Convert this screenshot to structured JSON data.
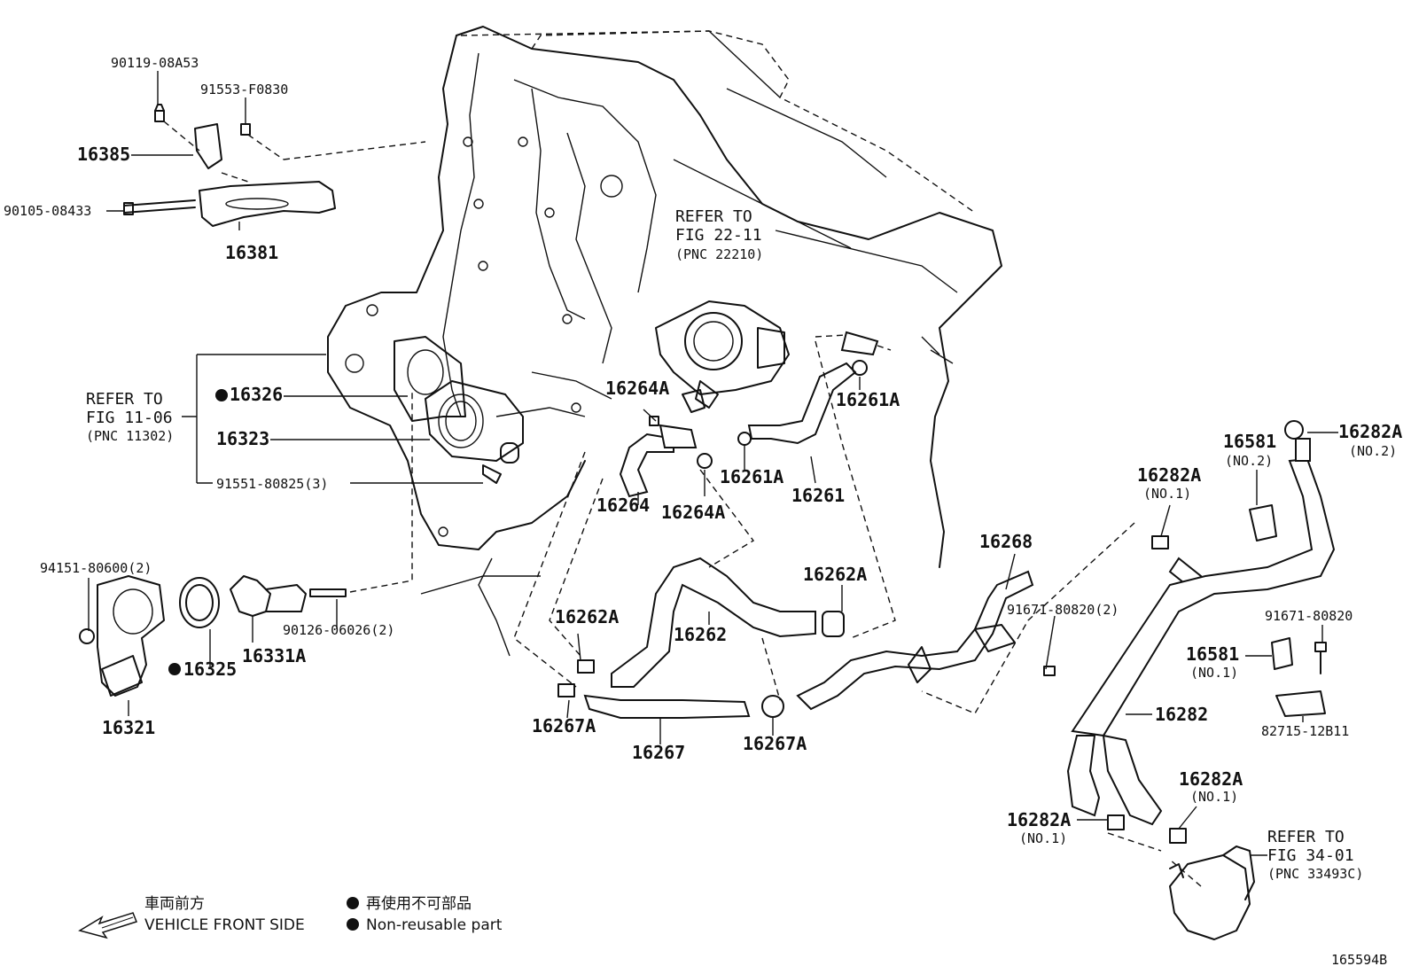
{
  "parts": {
    "p90119": "90119-08A53",
    "p91553": "91553-F0830",
    "p16385": "16385",
    "p90105": "90105-08433",
    "p16381": "16381",
    "p16326": "16326",
    "p16323": "16323",
    "p91551": "91551-80825(3)",
    "p94151": "94151-80600(2)",
    "p16325": "16325",
    "p16331A": "16331A",
    "p90126": "90126-06026(2)",
    "p16321": "16321",
    "p16264A_top": "16264A",
    "p16264": "16264",
    "p16264A_bot": "16264A",
    "p16261A_left": "16261A",
    "p16261A_right": "16261A",
    "p16261": "16261",
    "p16262A_left": "16262A",
    "p16262": "16262",
    "p16262A_right": "16262A",
    "p16267A_left": "16267A",
    "p16267": "16267",
    "p16267A_right": "16267A",
    "p16268": "16268",
    "p91671_2": "91671-80820(2)",
    "p16282A_no1_top": "16282A",
    "no1_a": "(NO.1)",
    "p16581_no2": "16581",
    "no2_a": "(NO.2)",
    "p16282A_no2": "16282A",
    "no2_b": "(NO.2)",
    "p91671": "91671-80820",
    "p16581_no1": "16581",
    "no1_b": "(NO.1)",
    "p82715": "82715-12B11",
    "p16282": "16282",
    "p16282A_no1_mid": "16282A",
    "no1_c": "(NO.1)",
    "p16282A_no1_low": "16282A",
    "no1_d": "(NO.1)"
  },
  "refs": {
    "r1_line1": "REFER TO",
    "r1_line2": "FIG 11-06",
    "r1_line3": "(PNC 11302)",
    "r2_line1": "REFER TO",
    "r2_line2": "FIG 22-11",
    "r2_line3": "(PNC 22210)",
    "r3_line1": "REFER TO",
    "r3_line2": "FIG 34-01",
    "r3_line3": "(PNC 33493C)"
  },
  "legend": {
    "front_jp": "車両前方",
    "front_en": "VEHICLE FRONT SIDE",
    "nonreuse_jp": "再使用不可部品",
    "nonreuse_en": "Non-reusable part"
  },
  "figure_id": "165594B"
}
